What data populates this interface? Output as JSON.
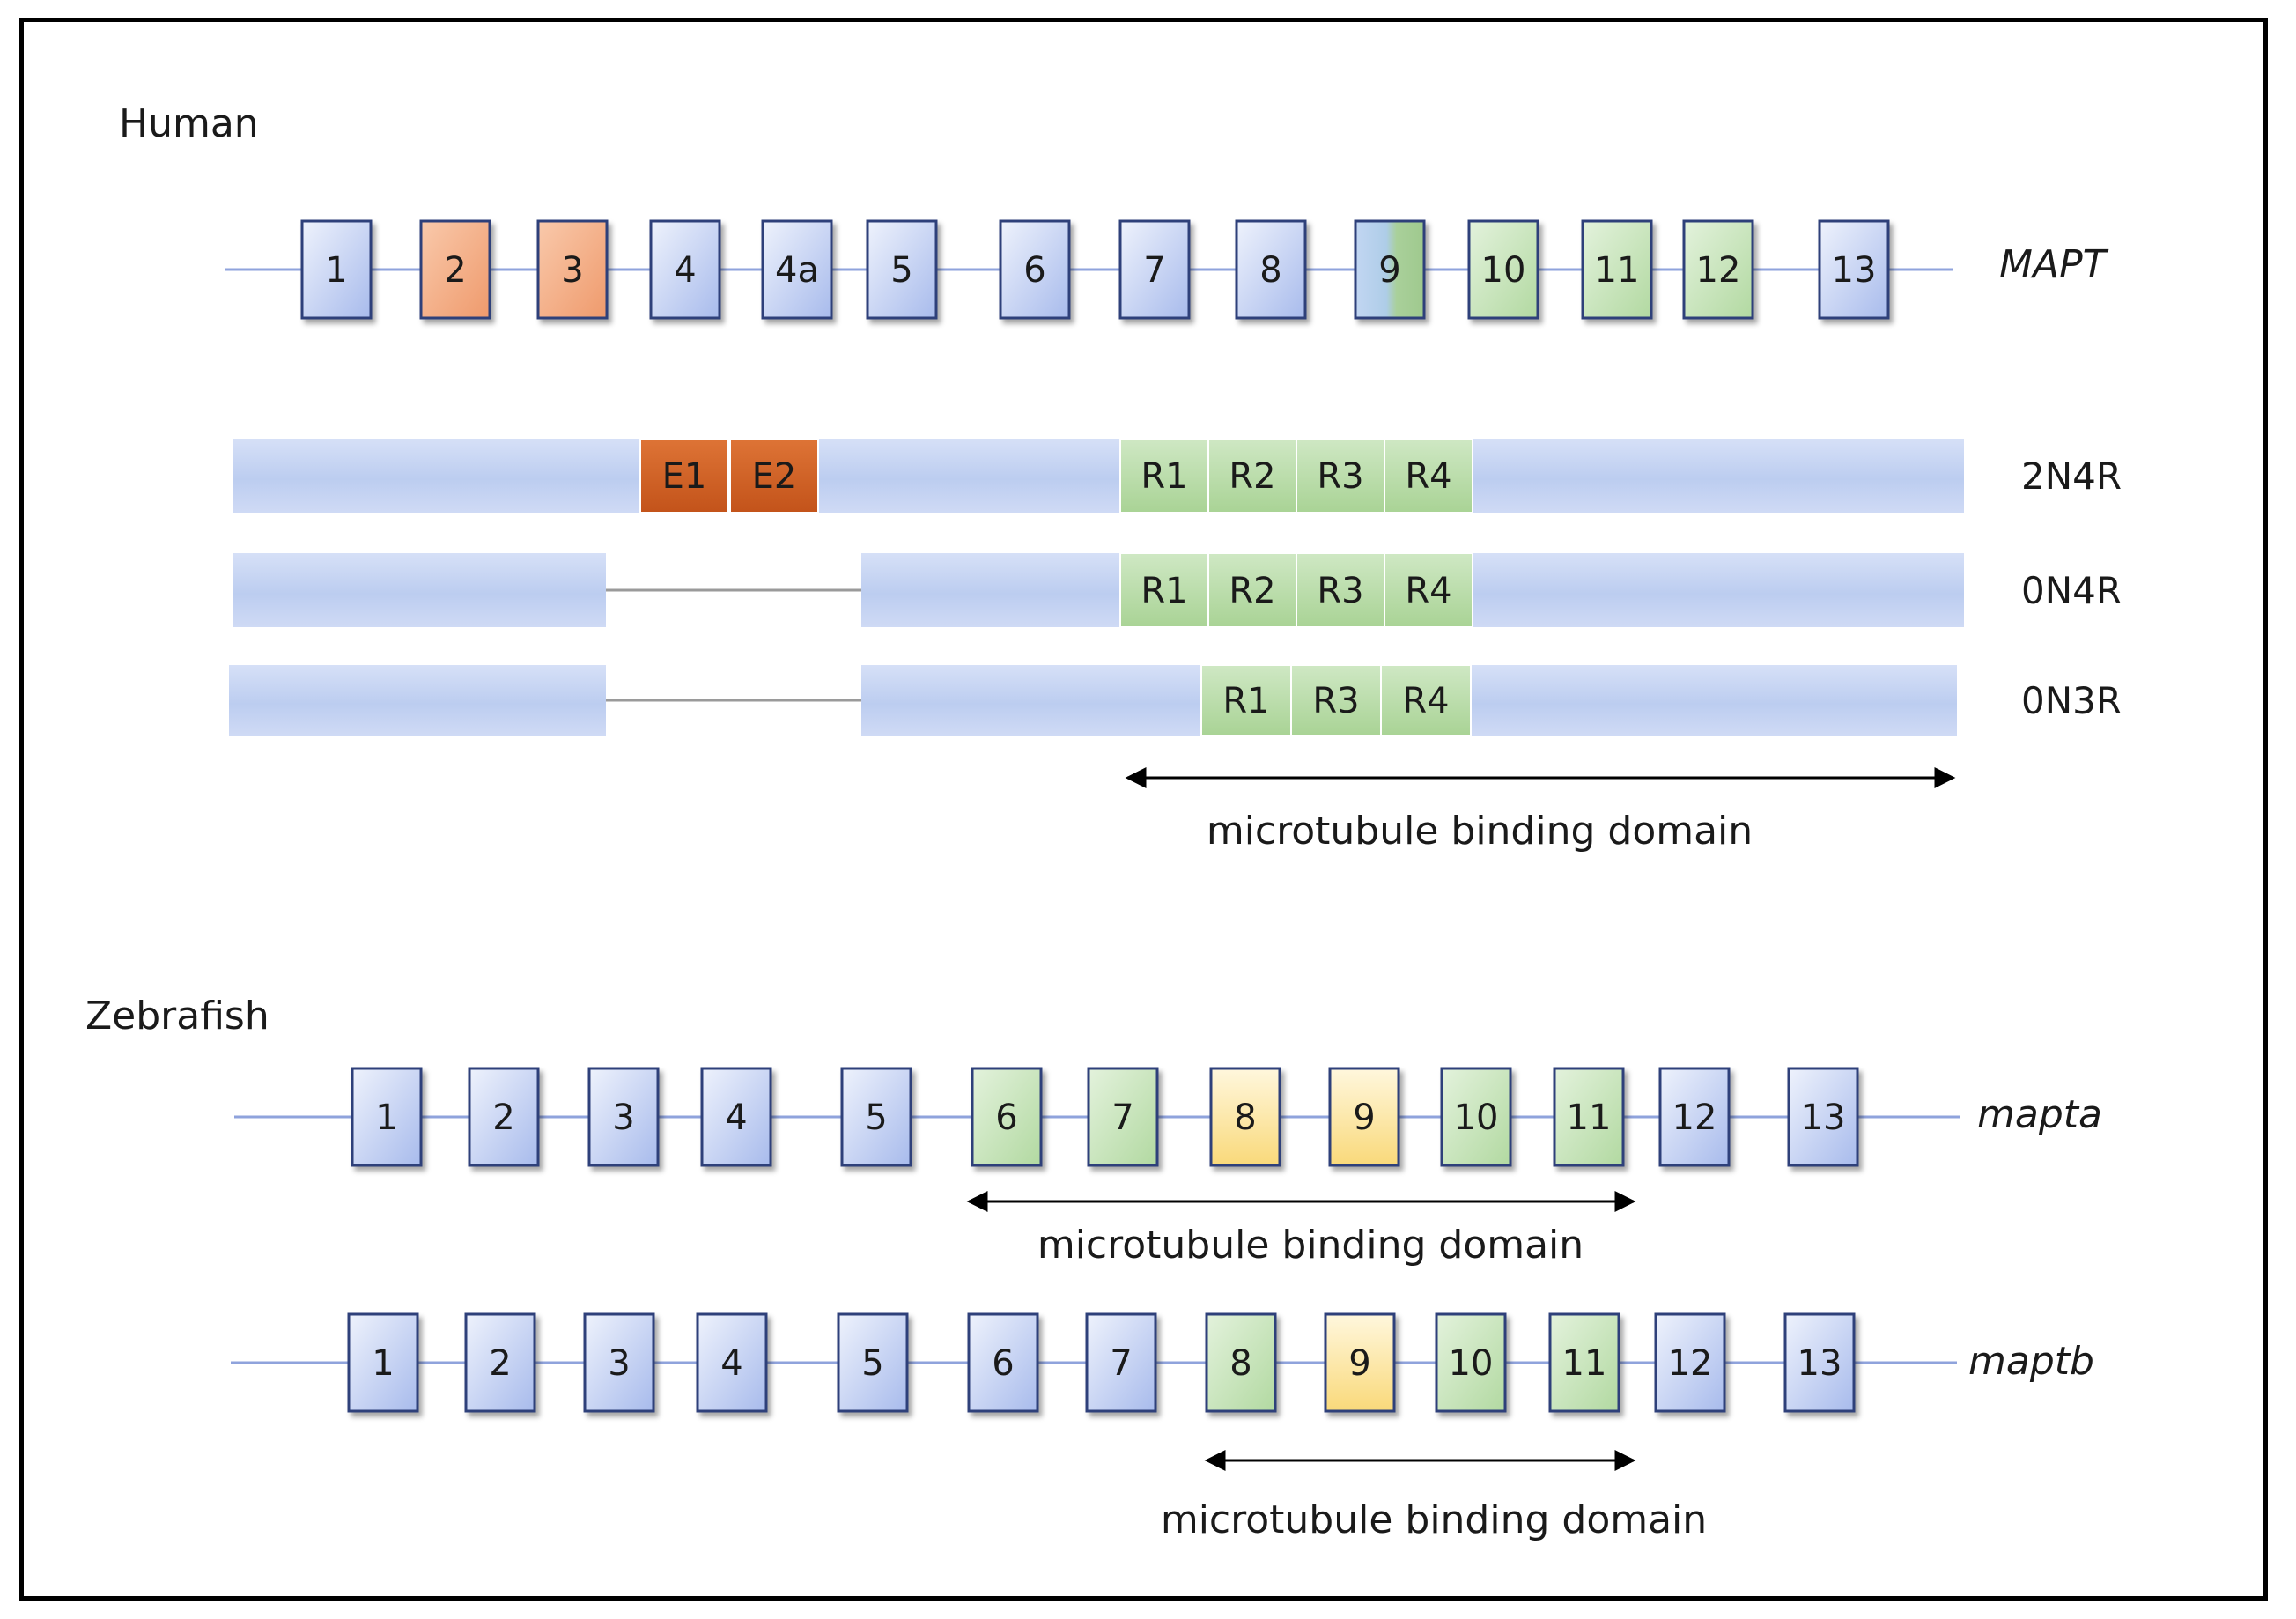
{
  "human": {
    "title": "Human",
    "gene": "MAPT",
    "exons": [
      {
        "label": "1",
        "color": "blue"
      },
      {
        "label": "2",
        "color": "orange"
      },
      {
        "label": "3",
        "color": "orange"
      },
      {
        "label": "4",
        "color": "blue"
      },
      {
        "label": "4a",
        "color": "blue"
      },
      {
        "label": "5",
        "color": "blue"
      },
      {
        "label": "6",
        "color": "blue"
      },
      {
        "label": "7",
        "color": "blue"
      },
      {
        "label": "8",
        "color": "blue"
      },
      {
        "label": "9",
        "color": "blue-green"
      },
      {
        "label": "10",
        "color": "green"
      },
      {
        "label": "11",
        "color": "green"
      },
      {
        "label": "12",
        "color": "green"
      },
      {
        "label": "13",
        "color": "blue"
      }
    ],
    "isoforms": [
      {
        "name": "2N4R",
        "n_segments": [
          "E1",
          "E2"
        ],
        "r_segments": [
          "R1",
          "R2",
          "R3",
          "R4"
        ]
      },
      {
        "name": "0N4R",
        "n_segments": [],
        "r_segments": [
          "R1",
          "R2",
          "R3",
          "R4"
        ]
      },
      {
        "name": "0N3R",
        "n_segments": [],
        "r_segments": [
          "R1",
          "R3",
          "R4"
        ]
      }
    ],
    "domain_label": "microtubule binding domain"
  },
  "zebrafish": {
    "title": "Zebrafish",
    "genes": [
      {
        "name": "mapta",
        "exons": [
          {
            "label": "1",
            "color": "blue"
          },
          {
            "label": "2",
            "color": "blue"
          },
          {
            "label": "3",
            "color": "blue"
          },
          {
            "label": "4",
            "color": "blue"
          },
          {
            "label": "5",
            "color": "blue"
          },
          {
            "label": "6",
            "color": "green"
          },
          {
            "label": "7",
            "color": "green"
          },
          {
            "label": "8",
            "color": "yellow"
          },
          {
            "label": "9",
            "color": "yellow"
          },
          {
            "label": "10",
            "color": "green"
          },
          {
            "label": "11",
            "color": "green"
          },
          {
            "label": "12",
            "color": "blue"
          },
          {
            "label": "13",
            "color": "blue"
          }
        ],
        "domain_label": "microtubule binding domain"
      },
      {
        "name": "maptb",
        "exons": [
          {
            "label": "1",
            "color": "blue"
          },
          {
            "label": "2",
            "color": "blue"
          },
          {
            "label": "3",
            "color": "blue"
          },
          {
            "label": "4",
            "color": "blue"
          },
          {
            "label": "5",
            "color": "blue"
          },
          {
            "label": "6",
            "color": "blue"
          },
          {
            "label": "7",
            "color": "blue"
          },
          {
            "label": "8",
            "color": "green"
          },
          {
            "label": "9",
            "color": "yellow"
          },
          {
            "label": "10",
            "color": "green"
          },
          {
            "label": "11",
            "color": "green"
          },
          {
            "label": "12",
            "color": "blue"
          },
          {
            "label": "13",
            "color": "blue"
          }
        ],
        "domain_label": "microtubule binding domain"
      }
    ]
  },
  "colors": {
    "blue": "#b9c8f0",
    "blue_light": "#eef2fc",
    "orange": "#f4a77c",
    "orange_light": "#f9c9ab",
    "green": "#bfe0b0",
    "green_light": "#e0f1d8",
    "yellow": "#fbe392",
    "yellow_light": "#fff6d6",
    "e_segment": "#d2601e",
    "border": "#2e3f7a",
    "line": "#8fa3dc",
    "isoform_bar": "#bccdf0"
  }
}
